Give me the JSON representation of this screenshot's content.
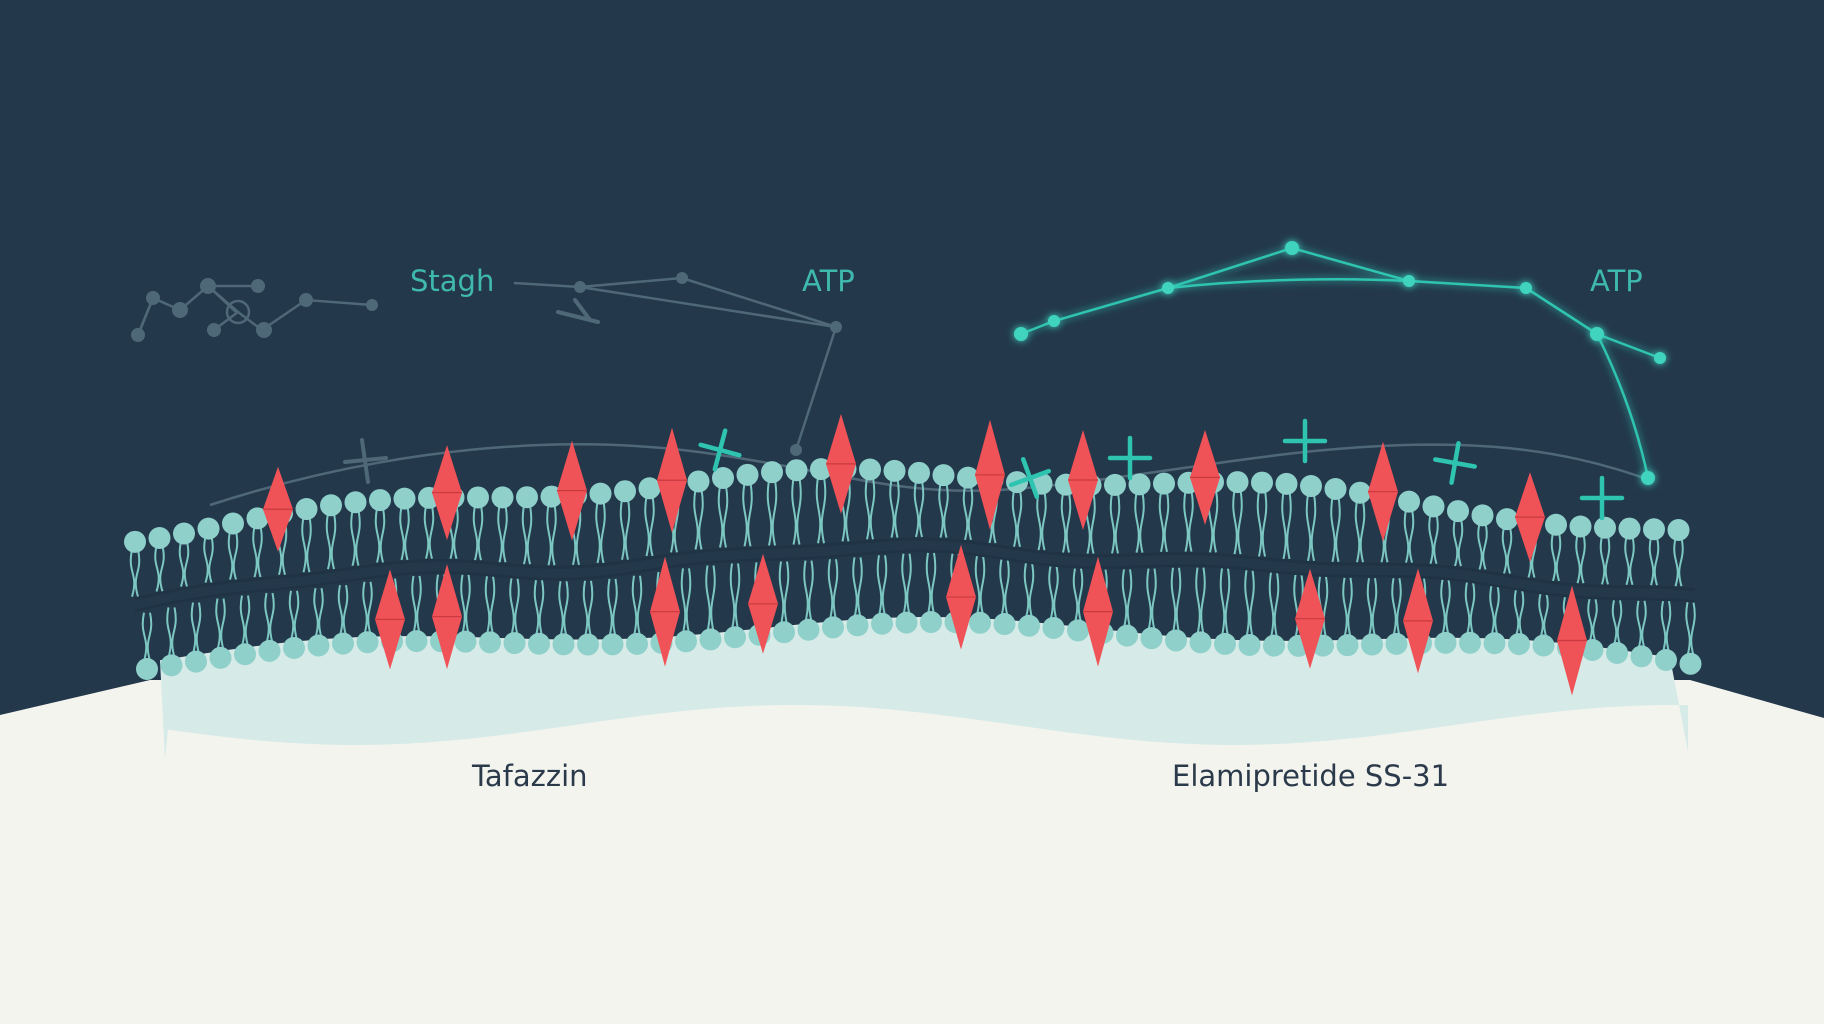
{
  "labels": {
    "stagh": "Stagh",
    "atp_left": "ATP",
    "atp_right": "ATP",
    "tafazzin": "Tafazzin",
    "elamipretide": "Elamipretide SS-31"
  },
  "colors": {
    "background": "#23384b",
    "floor": "#f4f4ef",
    "membrane_fill": "#d6ebe7",
    "lipid_head": "#8fd0cb",
    "lipid_tail": "#7cc7c2",
    "core_line": "#1f3344",
    "protein": "#ef5257",
    "teal_glow": "#2ec4b0",
    "faint_network": "#4f6877",
    "label_teal": "#3fb9ad",
    "label_dark": "#2b3a4a"
  },
  "icons": {
    "protein": "red-diamond-protein-icon",
    "peptide": "teal-cross-peptide-icon",
    "lipid": "phospholipid-icon"
  }
}
